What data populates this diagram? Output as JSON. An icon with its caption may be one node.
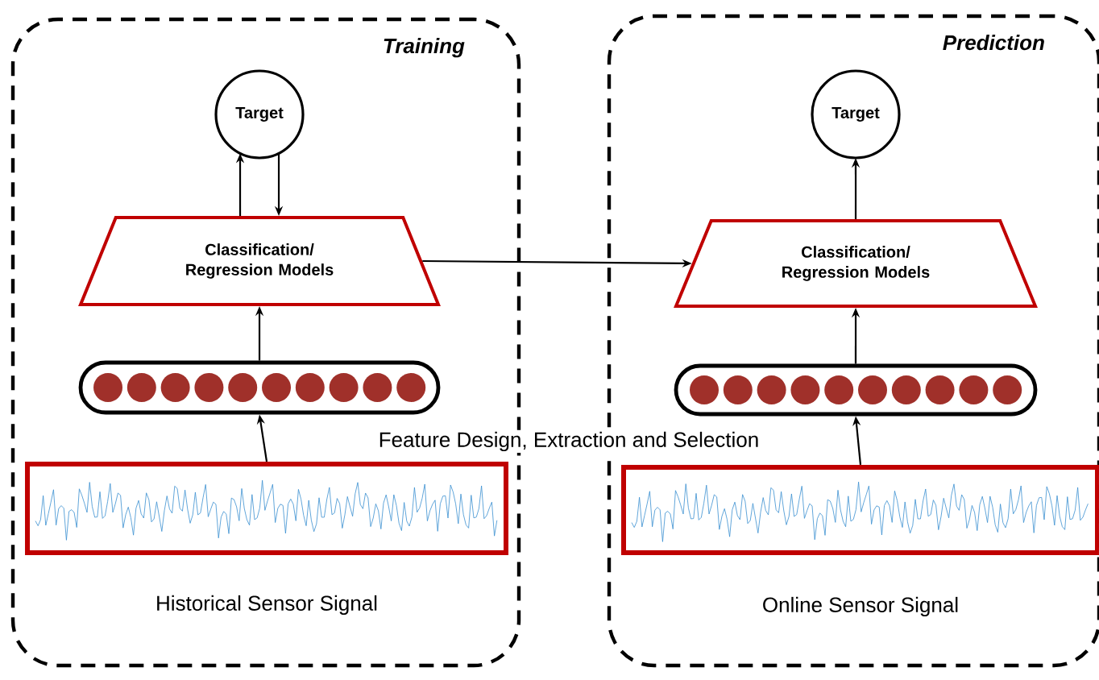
{
  "diagram": {
    "nodes": [
      {
        "text": [
          "Training"
        ]
      },
      {
        "text": [
          "Target"
        ],
        "in": 0
      },
      {
        "text": [
          "Classification/ Regression Models"
        ],
        "in": 0
      },
      {
        "text": [],
        "shape": "bar",
        "in": 0
      },
      {
        "text": [],
        "shape": "picture",
        "in": 0,
        "beside": [
          "Historical Sensor Signal"
        ]
      },
      {
        "text": [
          "Prediction"
        ]
      },
      {
        "text": [
          "Target"
        ],
        "in": 5
      },
      {
        "text": [
          "Classification/ Regression Models"
        ],
        "in": 5
      },
      {
        "text": [],
        "shape": "bar",
        "in": 5
      },
      {
        "text": [],
        "shape": "picture",
        "in": 5,
        "beside": [
          "Online Sensor Signal"
        ]
      }
    ],
    "edges": [
      {
        "from": 2,
        "to": 1,
        "arrow": "to"
      },
      {
        "from": 1,
        "to": 2,
        "arrow": "to"
      },
      {
        "from": 2,
        "to": 7,
        "arrow": "to"
      },
      {
        "from": 4,
        "to": 3,
        "arrow": "to"
      },
      {
        "from": 3,
        "to": 2,
        "arrow": "to"
      },
      {
        "from": 9,
        "to": 8,
        "arrow": "to"
      },
      {
        "from": 8,
        "to": 7,
        "arrow": "to"
      },
      {
        "from": 7,
        "to": 6,
        "arrow": "to"
      }
    ],
    "labels": [
      "Feature Design, Extraction and Selection"
    ]
  }
}
